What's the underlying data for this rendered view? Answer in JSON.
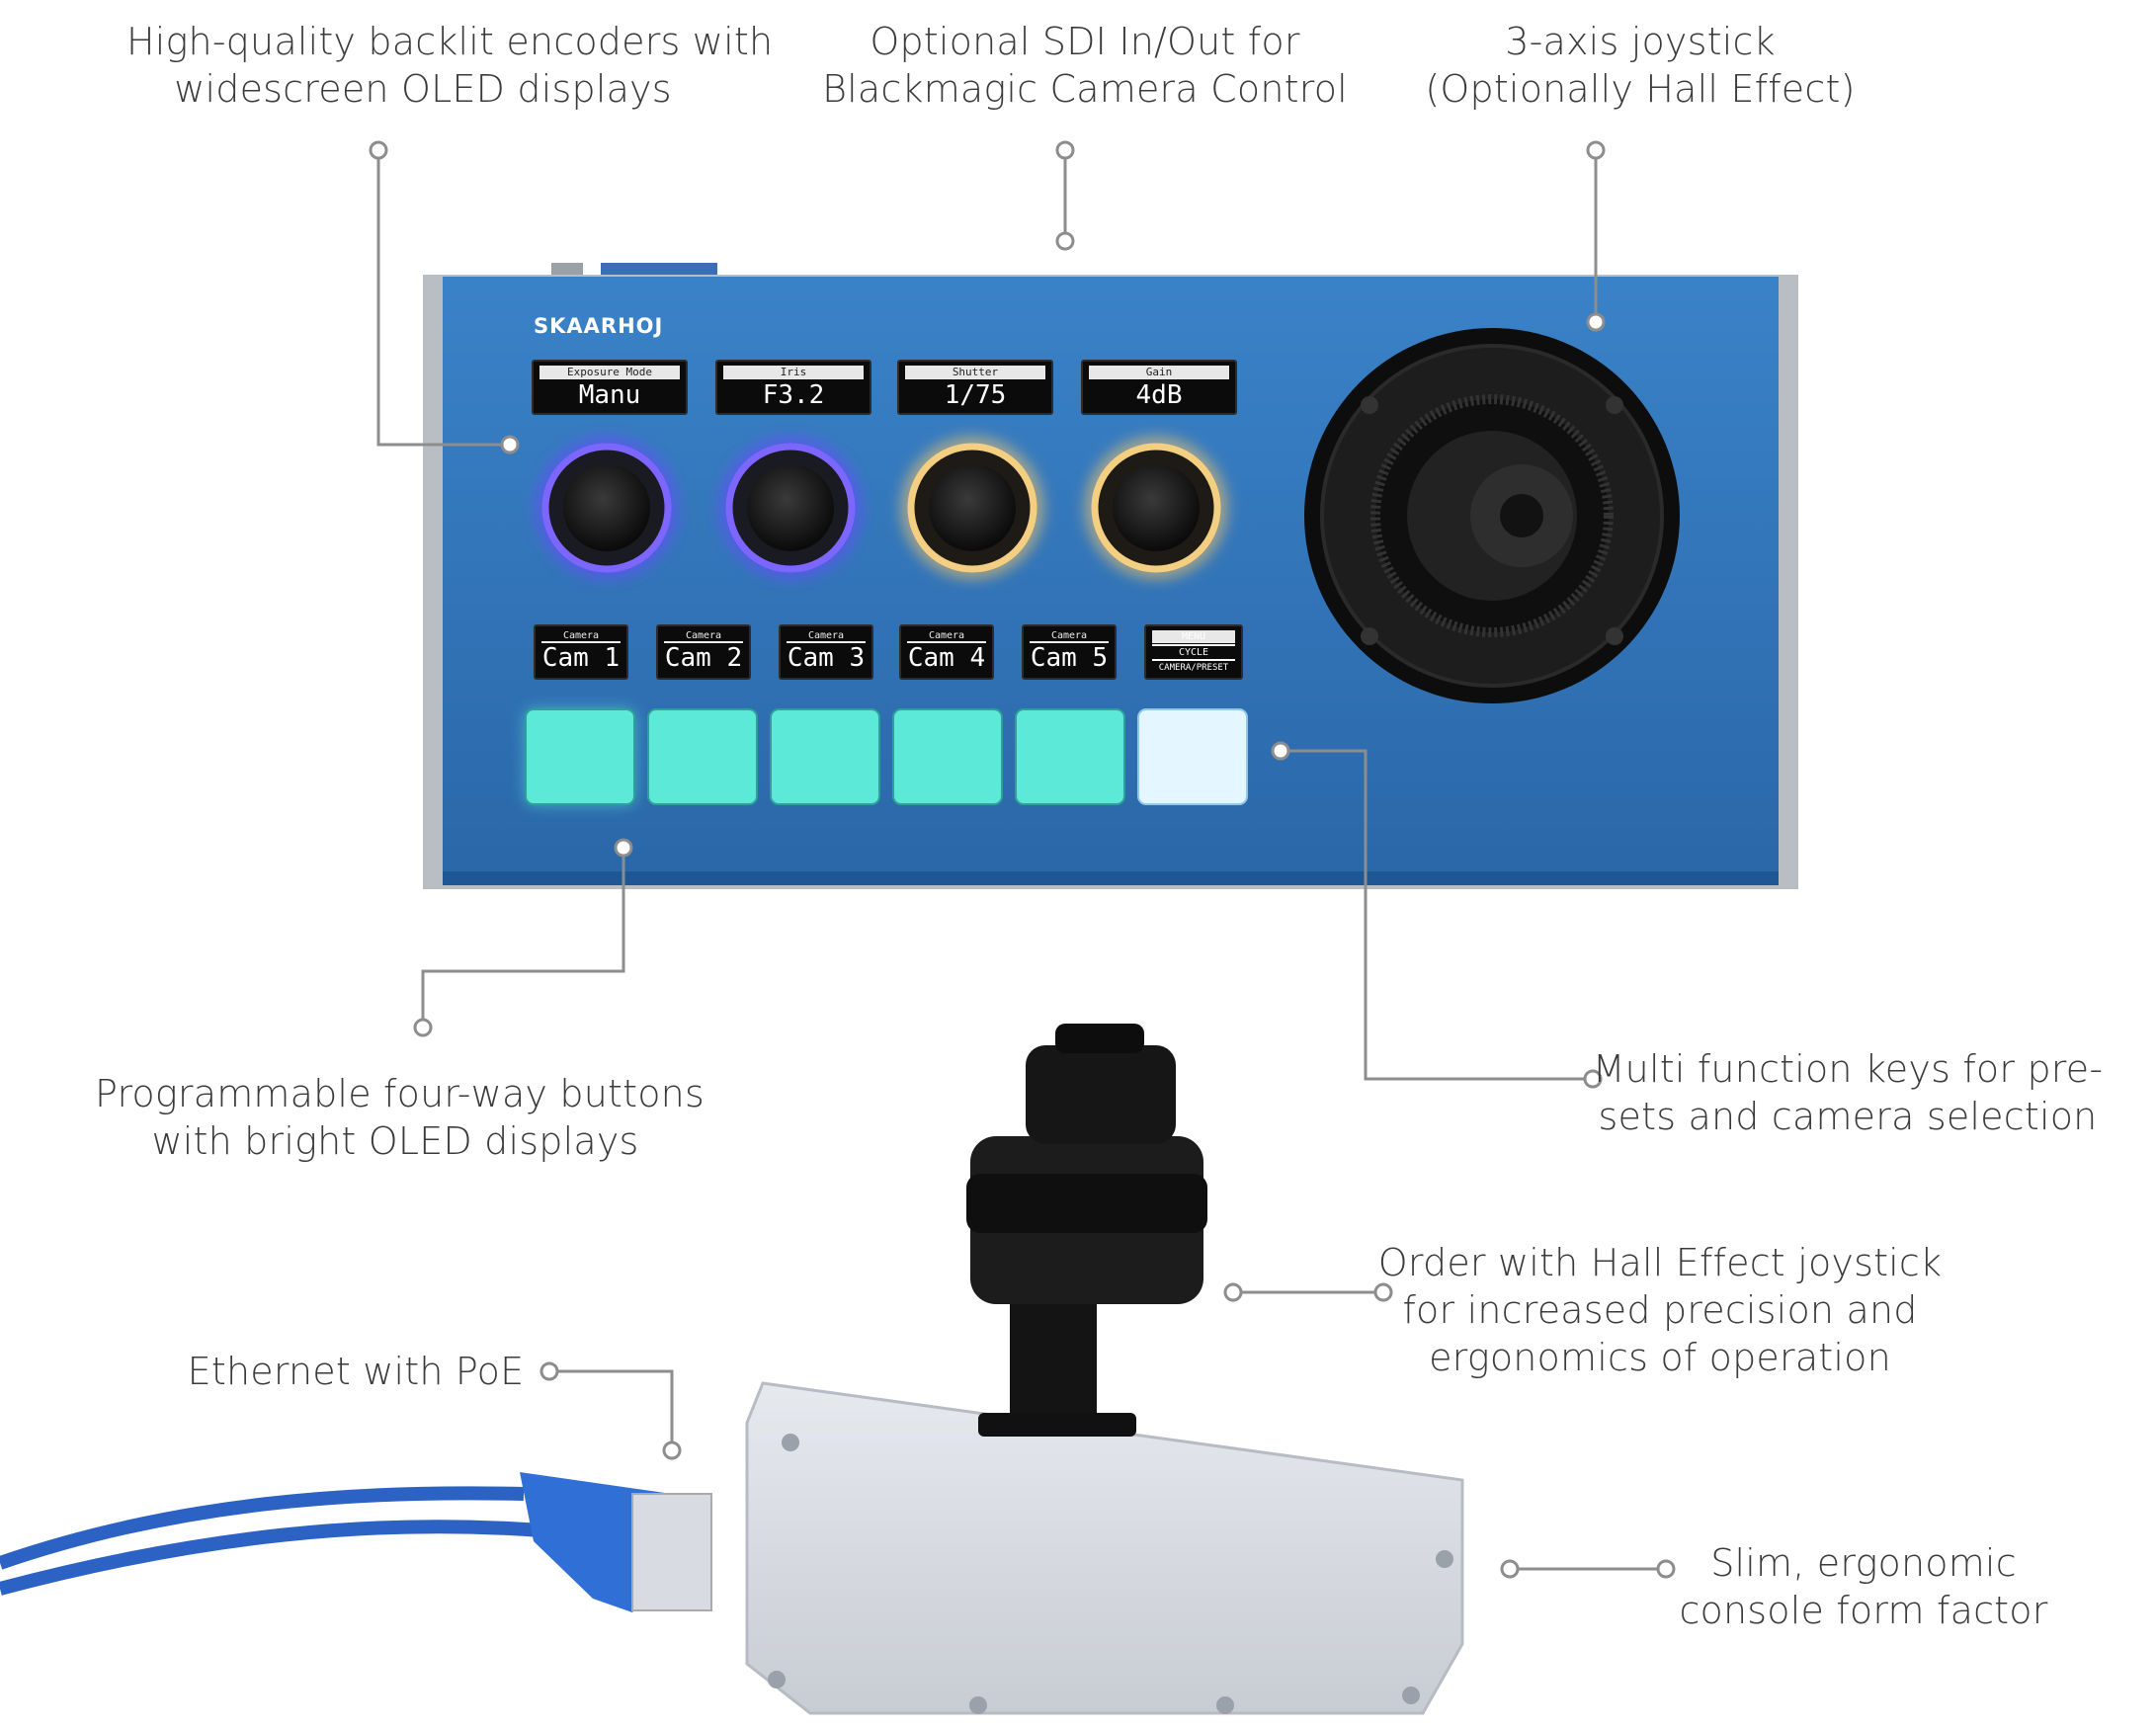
{
  "callouts": {
    "encoders": [
      "High-quality backlit encoders with",
      "widescreen OLED displays"
    ],
    "sdi": [
      "Optional SDI In/Out for",
      "Blackmagic Camera Control"
    ],
    "joystick": [
      "3-axis joystick",
      "(Optionally Hall Effect)"
    ],
    "buttons": [
      "Programmable four-way buttons",
      "with bright OLED displays"
    ],
    "keys": [
      "Multi function keys for pre-",
      "sets and camera selection"
    ],
    "hall": [
      "Order with Hall Effect joystick",
      "for increased precision and",
      "ergonomics of operation"
    ],
    "ethernet": [
      "Ethernet with PoE"
    ],
    "slim": [
      "Slim, ergonomic",
      "console form factor"
    ]
  },
  "device": {
    "brand": "SKAARHOJ",
    "encoder_displays": [
      {
        "title": "Exposure Mode",
        "value": "Manu"
      },
      {
        "title": "Iris",
        "value": "F3.2"
      },
      {
        "title": "Shutter",
        "value": "1/75"
      },
      {
        "title": "Gain",
        "value": "4dB"
      }
    ],
    "encoder_ring_colors": [
      "#6a4cff",
      "#6a4cff",
      "#f2c46a",
      "#f2c46a"
    ],
    "button_displays": [
      {
        "title": "Camera",
        "value": "Cam 1"
      },
      {
        "title": "Camera",
        "value": "Cam 2"
      },
      {
        "title": "Camera",
        "value": "Cam 3"
      },
      {
        "title": "Camera",
        "value": "Cam 4"
      },
      {
        "title": "Camera",
        "value": "Cam 5"
      }
    ],
    "menu_display": {
      "title": "MENU",
      "middle": "CYCLE",
      "bottom": "CAMERA/PRESET"
    },
    "key_colors": [
      "#57e8d6",
      "#57e8d6",
      "#57e8d6",
      "#57e8d6",
      "#57e8d6",
      "#d9f3ff"
    ],
    "panel_color": "#2f73b8",
    "cable_color": "#2b62c4"
  }
}
